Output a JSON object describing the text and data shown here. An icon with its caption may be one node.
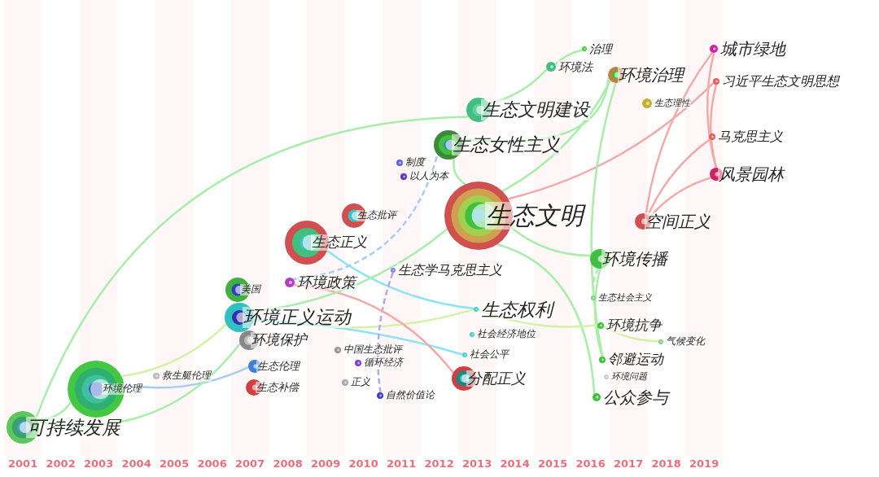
{
  "diagram": {
    "nodes": [
      {
        "text": [
          "可持续发展"
        ]
      },
      {
        "text": [
          "环境伦理"
        ]
      },
      {
        "text": [
          "救生艇伦理"
        ]
      },
      {
        "text": [
          "美国"
        ]
      },
      {
        "text": [
          "环境正义运动"
        ]
      },
      {
        "text": [
          "环境保护"
        ]
      },
      {
        "text": [
          "生态伦理"
        ]
      },
      {
        "text": [
          "生态补偿"
        ]
      },
      {
        "text": [
          "生态正义"
        ]
      },
      {
        "text": [
          "环境政策"
        ]
      },
      {
        "text": [
          "生态批评"
        ]
      },
      {
        "text": [
          "制度"
        ]
      },
      {
        "text": [
          "以人为本"
        ]
      },
      {
        "text": [
          "生态学马克思主义"
        ]
      },
      {
        "text": [
          "中国生态批评"
        ]
      },
      {
        "text": [
          "循环经济"
        ]
      },
      {
        "text": [
          "正义"
        ]
      },
      {
        "text": [
          "自然价值论"
        ]
      },
      {
        "text": [
          "生态女性主义"
        ]
      },
      {
        "text": [
          "生态文明建设"
        ]
      },
      {
        "text": [
          "生态文明"
        ]
      },
      {
        "text": [
          "生态权利"
        ]
      },
      {
        "text": [
          "社会经济地位"
        ]
      },
      {
        "text": [
          "社会公平"
        ]
      },
      {
        "text": [
          "分配正义"
        ]
      },
      {
        "text": [
          "治理"
        ]
      },
      {
        "text": [
          "环境法"
        ]
      },
      {
        "text": [
          "环境治理"
        ]
      },
      {
        "text": [
          "生态理性"
        ]
      },
      {
        "text": [
          "城市绿地"
        ]
      },
      {
        "text": [
          "习近平生态文明思想"
        ]
      },
      {
        "text": [
          "马克思主义"
        ]
      },
      {
        "text": [
          "风景园林"
        ]
      },
      {
        "text": [
          "空间正义"
        ]
      },
      {
        "text": [
          "环境传播"
        ]
      },
      {
        "text": [
          "生态社会主义"
        ]
      },
      {
        "text": [
          "环境抗争"
        ]
      },
      {
        "text": [
          "气候变化"
        ]
      },
      {
        "text": [
          "邻避运动"
        ]
      },
      {
        "text": [
          "环境问题"
        ]
      },
      {
        "text": [
          "公众参与"
        ]
      }
    ],
    "edges": [
      {
        "from": 0,
        "to": 19,
        "arrow": "none"
      },
      {
        "from": 0,
        "to": 1,
        "arrow": "none"
      },
      {
        "from": 1,
        "to": 4,
        "arrow": "none",
        "color": "#d4f2a6"
      },
      {
        "from": 1,
        "to": 6,
        "arrow": "none",
        "color": "#a8cdf2"
      },
      {
        "from": 0,
        "to": 5,
        "arrow": "none"
      },
      {
        "from": 4,
        "to": 21,
        "arrow": "none",
        "color": "#d4f2a6"
      },
      {
        "from": 4,
        "to": 23,
        "arrow": "none",
        "color": "#8ce4f0"
      },
      {
        "from": 8,
        "to": 21,
        "arrow": "none",
        "color": "#8ce4f0"
      },
      {
        "from": 9,
        "to": 18,
        "arrow": "none",
        "style": "dashed",
        "color": "#a8cdf2"
      },
      {
        "from": 13,
        "to": 17,
        "arrow": "none",
        "style": "dashed",
        "color": "#b4a8f4"
      },
      {
        "from": 9,
        "to": 24,
        "arrow": "none",
        "color": "#f4a8a8"
      },
      {
        "from": 4,
        "to": 20,
        "arrow": "none"
      },
      {
        "from": 18,
        "to": 20,
        "arrow": "none"
      },
      {
        "from": 19,
        "to": 26,
        "arrow": "none"
      },
      {
        "from": 20,
        "to": 27,
        "arrow": "none"
      },
      {
        "from": 20,
        "to": 30,
        "arrow": "none",
        "color": "#f4a8a8"
      },
      {
        "from": 20,
        "to": 34,
        "arrow": "none"
      },
      {
        "from": 20,
        "to": 40,
        "arrow": "none"
      },
      {
        "from": 25,
        "to": 26,
        "arrow": "none"
      },
      {
        "from": 27,
        "to": 38,
        "arrow": "none"
      },
      {
        "from": 18,
        "to": 27,
        "arrow": "none"
      },
      {
        "from": 29,
        "to": 32,
        "arrow": "none",
        "color": "#f4a8a8"
      },
      {
        "from": 29,
        "to": 33,
        "arrow": "none",
        "color": "#f4a8a8"
      },
      {
        "from": 30,
        "to": 32,
        "arrow": "none",
        "color": "#f4a8a8"
      },
      {
        "from": 31,
        "to": 33,
        "arrow": "none",
        "color": "#f4a8a8"
      },
      {
        "from": 32,
        "to": 33,
        "arrow": "none",
        "color": "#f4a8a8"
      },
      {
        "from": 34,
        "to": 38,
        "arrow": "none"
      },
      {
        "from": 34,
        "to": 35,
        "arrow": "none",
        "style": "dashed"
      },
      {
        "from": 36,
        "to": 37,
        "arrow": "none",
        "color": "#d4f2a6"
      },
      {
        "from": 21,
        "to": 36,
        "arrow": "none",
        "color": "#d4f2a6"
      }
    ],
    "labels": [
      "2001",
      "2002",
      "2003",
      "2004",
      "2005",
      "2006",
      "2007",
      "2008",
      "2009",
      "2010",
      "2011",
      "2012",
      "2013",
      "2014",
      "2015",
      "2016",
      "2017",
      "2018",
      "2019"
    ]
  }
}
